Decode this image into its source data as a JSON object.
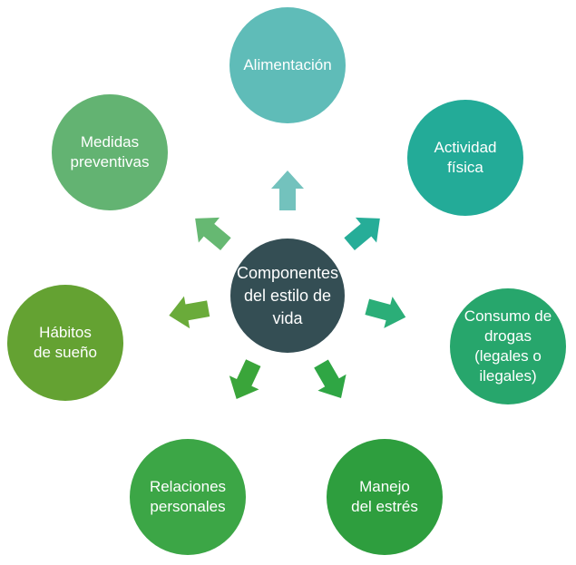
{
  "center": {
    "label": "Componentes del estilo de vida",
    "color": "#344e54"
  },
  "components": [
    {
      "id": "alimentacion",
      "label": "Alimentación",
      "color": "#5fbcb8"
    },
    {
      "id": "actividad-fisica",
      "label": "Actividad física",
      "color": "#23ab98"
    },
    {
      "id": "consumo-drogas",
      "label": "Consumo de drogas (legales o ilegales)",
      "color": "#27a66c"
    },
    {
      "id": "manejo-estres",
      "label": "Manejo del estrés",
      "color": "#2e9e3e"
    },
    {
      "id": "relaciones-personales",
      "label": "Relaciones personales",
      "color": "#3ca646"
    },
    {
      "id": "habitos-sueno",
      "label": "Hábitos de sueño",
      "color": "#64a232"
    },
    {
      "id": "medidas-preventivas",
      "label": "Medidas preventivas",
      "color": "#63b372"
    }
  ]
}
